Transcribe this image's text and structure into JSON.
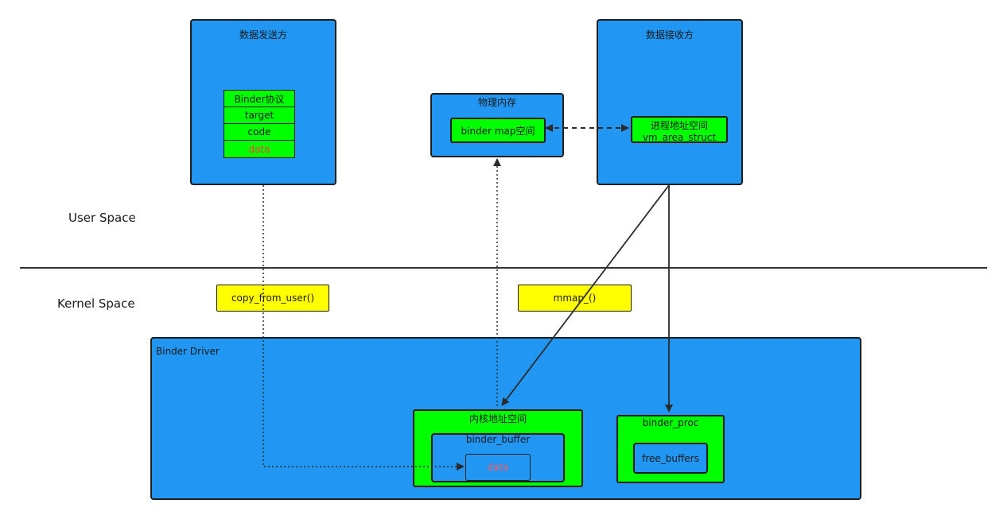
{
  "colors": {
    "blue": "#2196f3",
    "green": "#00ff00",
    "yellow": "#ffff00",
    "stroke": "#1e1e1e",
    "red_text": "#ff3b3b"
  },
  "sender": {
    "title": "数据发送方",
    "protocol_rows": [
      "Binder协议",
      "target",
      "code",
      "data"
    ]
  },
  "physical_memory": {
    "title": "物理内存",
    "map_space": "binder map空间"
  },
  "receiver": {
    "title": "数据接收方",
    "process_space_line1": "进程地址空间",
    "process_space_line2": "vm_area_struct"
  },
  "spaces": {
    "user": "User Space",
    "kernel": "Kernel Space"
  },
  "calls": {
    "copy_from_user": "copy_from_user()",
    "mmap": "mmap_()"
  },
  "driver": {
    "title": "Binder Driver",
    "kernel_space": "内核地址空间",
    "binder_buffer": "binder_buffer",
    "data": "data",
    "binder_proc": "binder_proc",
    "free_buffers": "free_buffers"
  }
}
